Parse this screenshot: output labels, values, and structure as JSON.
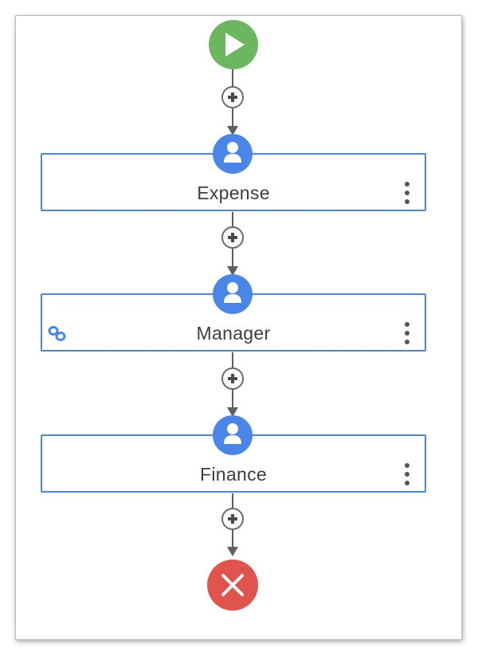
{
  "flow": {
    "start_icon": "play-icon",
    "end_icon": "close-icon",
    "add_icon": "plus-icon",
    "step_icon": "user-icon",
    "steps": [
      {
        "label": "Expense",
        "has_link": false
      },
      {
        "label": "Manager",
        "has_link": true
      },
      {
        "label": "Finance",
        "has_link": false
      }
    ]
  },
  "colors": {
    "accent": "#4a86e8",
    "start": "#6db660",
    "end": "#e0544d",
    "connector": "#5f5f5f",
    "text": "#3d3d3d"
  }
}
